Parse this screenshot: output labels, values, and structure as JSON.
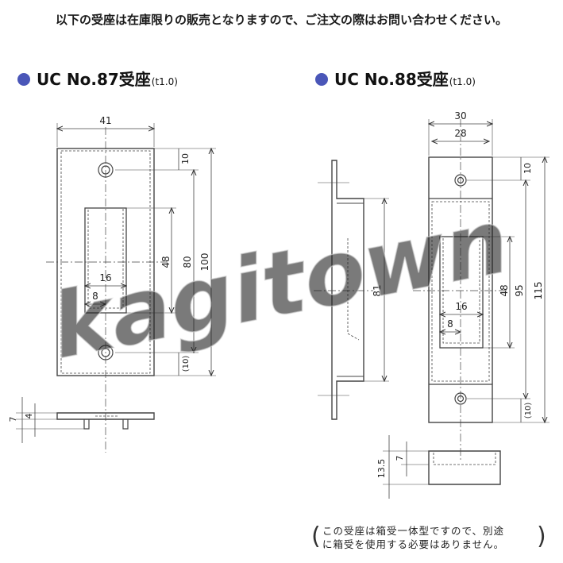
{
  "notice": "以下の受座は在庫限りの販売となりますので、ご注文の際はお問い合わせください。",
  "accent_color": "#4a56b8",
  "watermark": "kagitown",
  "products": [
    {
      "name": "UC No.87受座",
      "thickness": "(t1.0)",
      "dims": {
        "width": "41",
        "hole_top": "10",
        "slot": "48",
        "pitch": "80",
        "height": "100",
        "slot_w": "16",
        "half": "8",
        "hole_bottom": "(10)",
        "side_h": "7",
        "side_inner": "4"
      }
    },
    {
      "name": "UC No.88受座",
      "thickness": "(t1.0)",
      "dims": {
        "outer_w": "30",
        "inner_w": "28",
        "hole_top": "10",
        "side_h": "81",
        "slot": "48",
        "pitch": "95",
        "height": "115",
        "slot_w": "16",
        "half": "8",
        "hole_bottom": "(10)",
        "box_h": "13.5",
        "box_inner": "7"
      }
    }
  ],
  "note": {
    "line1": "この受座は箱受一体型ですので、別途",
    "line2": "に箱受を使用する必要はありません。",
    "paren_open": "(",
    "paren_close": ")"
  }
}
